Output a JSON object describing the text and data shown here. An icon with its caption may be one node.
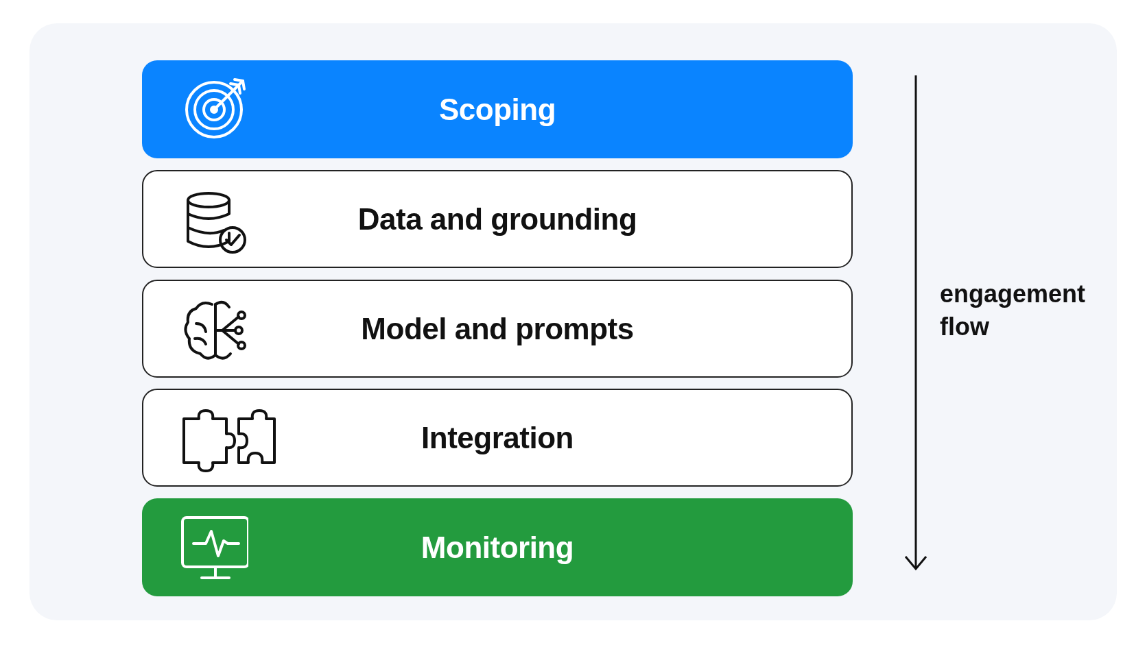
{
  "diagram": {
    "nodes": [
      {
        "text": [
          "Scoping"
        ]
      },
      {
        "text": [
          "Data and grounding"
        ]
      },
      {
        "text": [
          "Model and prompts"
        ]
      },
      {
        "text": [
          "Integration"
        ]
      },
      {
        "text": [
          "Monitoring"
        ]
      }
    ],
    "labels": [
      "engagement flow"
    ]
  }
}
